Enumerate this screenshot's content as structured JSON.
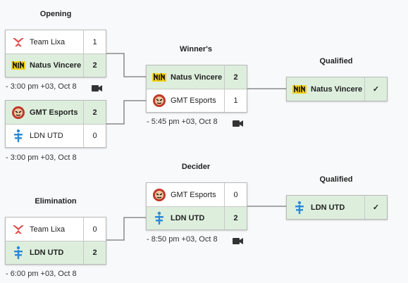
{
  "stages": {
    "opening": "Opening",
    "winners": "Winner's",
    "qualified_top": "Qualified",
    "decider": "Decider",
    "elimination": "Elimination",
    "qualified_bottom": "Qualified"
  },
  "matches": {
    "opening_1": {
      "team1": {
        "name": "Team Lixa",
        "score": "1",
        "logo": "team-lixa-logo"
      },
      "team2": {
        "name": "Natus Vincere",
        "score": "2",
        "logo": "navi-logo"
      },
      "time": "3:00 pm +03, Oct 8"
    },
    "opening_2": {
      "team1": {
        "name": "GMT Esports",
        "score": "2",
        "logo": "gmt-logo"
      },
      "team2": {
        "name": "LDN UTD",
        "score": "0",
        "logo": "ldn-logo"
      },
      "time": "3:00 pm +03, Oct 8"
    },
    "winners": {
      "team1": {
        "name": "Natus Vincere",
        "score": "2",
        "logo": "navi-logo"
      },
      "team2": {
        "name": "GMT Esports",
        "score": "1",
        "logo": "gmt-logo"
      },
      "time": "5:45 pm +03, Oct 8"
    },
    "qualified_top": {
      "name": "Natus Vincere",
      "mark": "✓",
      "logo": "navi-logo"
    },
    "decider": {
      "team1": {
        "name": "GMT Esports",
        "score": "0",
        "logo": "gmt-logo"
      },
      "team2": {
        "name": "LDN UTD",
        "score": "2",
        "logo": "ldn-logo"
      },
      "time": "8:50 pm +03, Oct 8"
    },
    "elimination": {
      "team1": {
        "name": "Team Lixa",
        "score": "0",
        "logo": "team-lixa-logo"
      },
      "team2": {
        "name": "LDN UTD",
        "score": "2",
        "logo": "ldn-logo"
      },
      "time": "6:00 pm +03, Oct 8"
    },
    "qualified_bottom": {
      "name": "LDN UTD",
      "mark": "✓",
      "logo": "ldn-logo"
    }
  },
  "colors": {
    "win_bg": "#ddeedd",
    "connector": "#8a8a8a",
    "lixa_red": "#e04a4a",
    "navi_yellow": "#f2d21b",
    "gmt_red": "#c0392b",
    "ldn_blue": "#2a8ad8"
  }
}
